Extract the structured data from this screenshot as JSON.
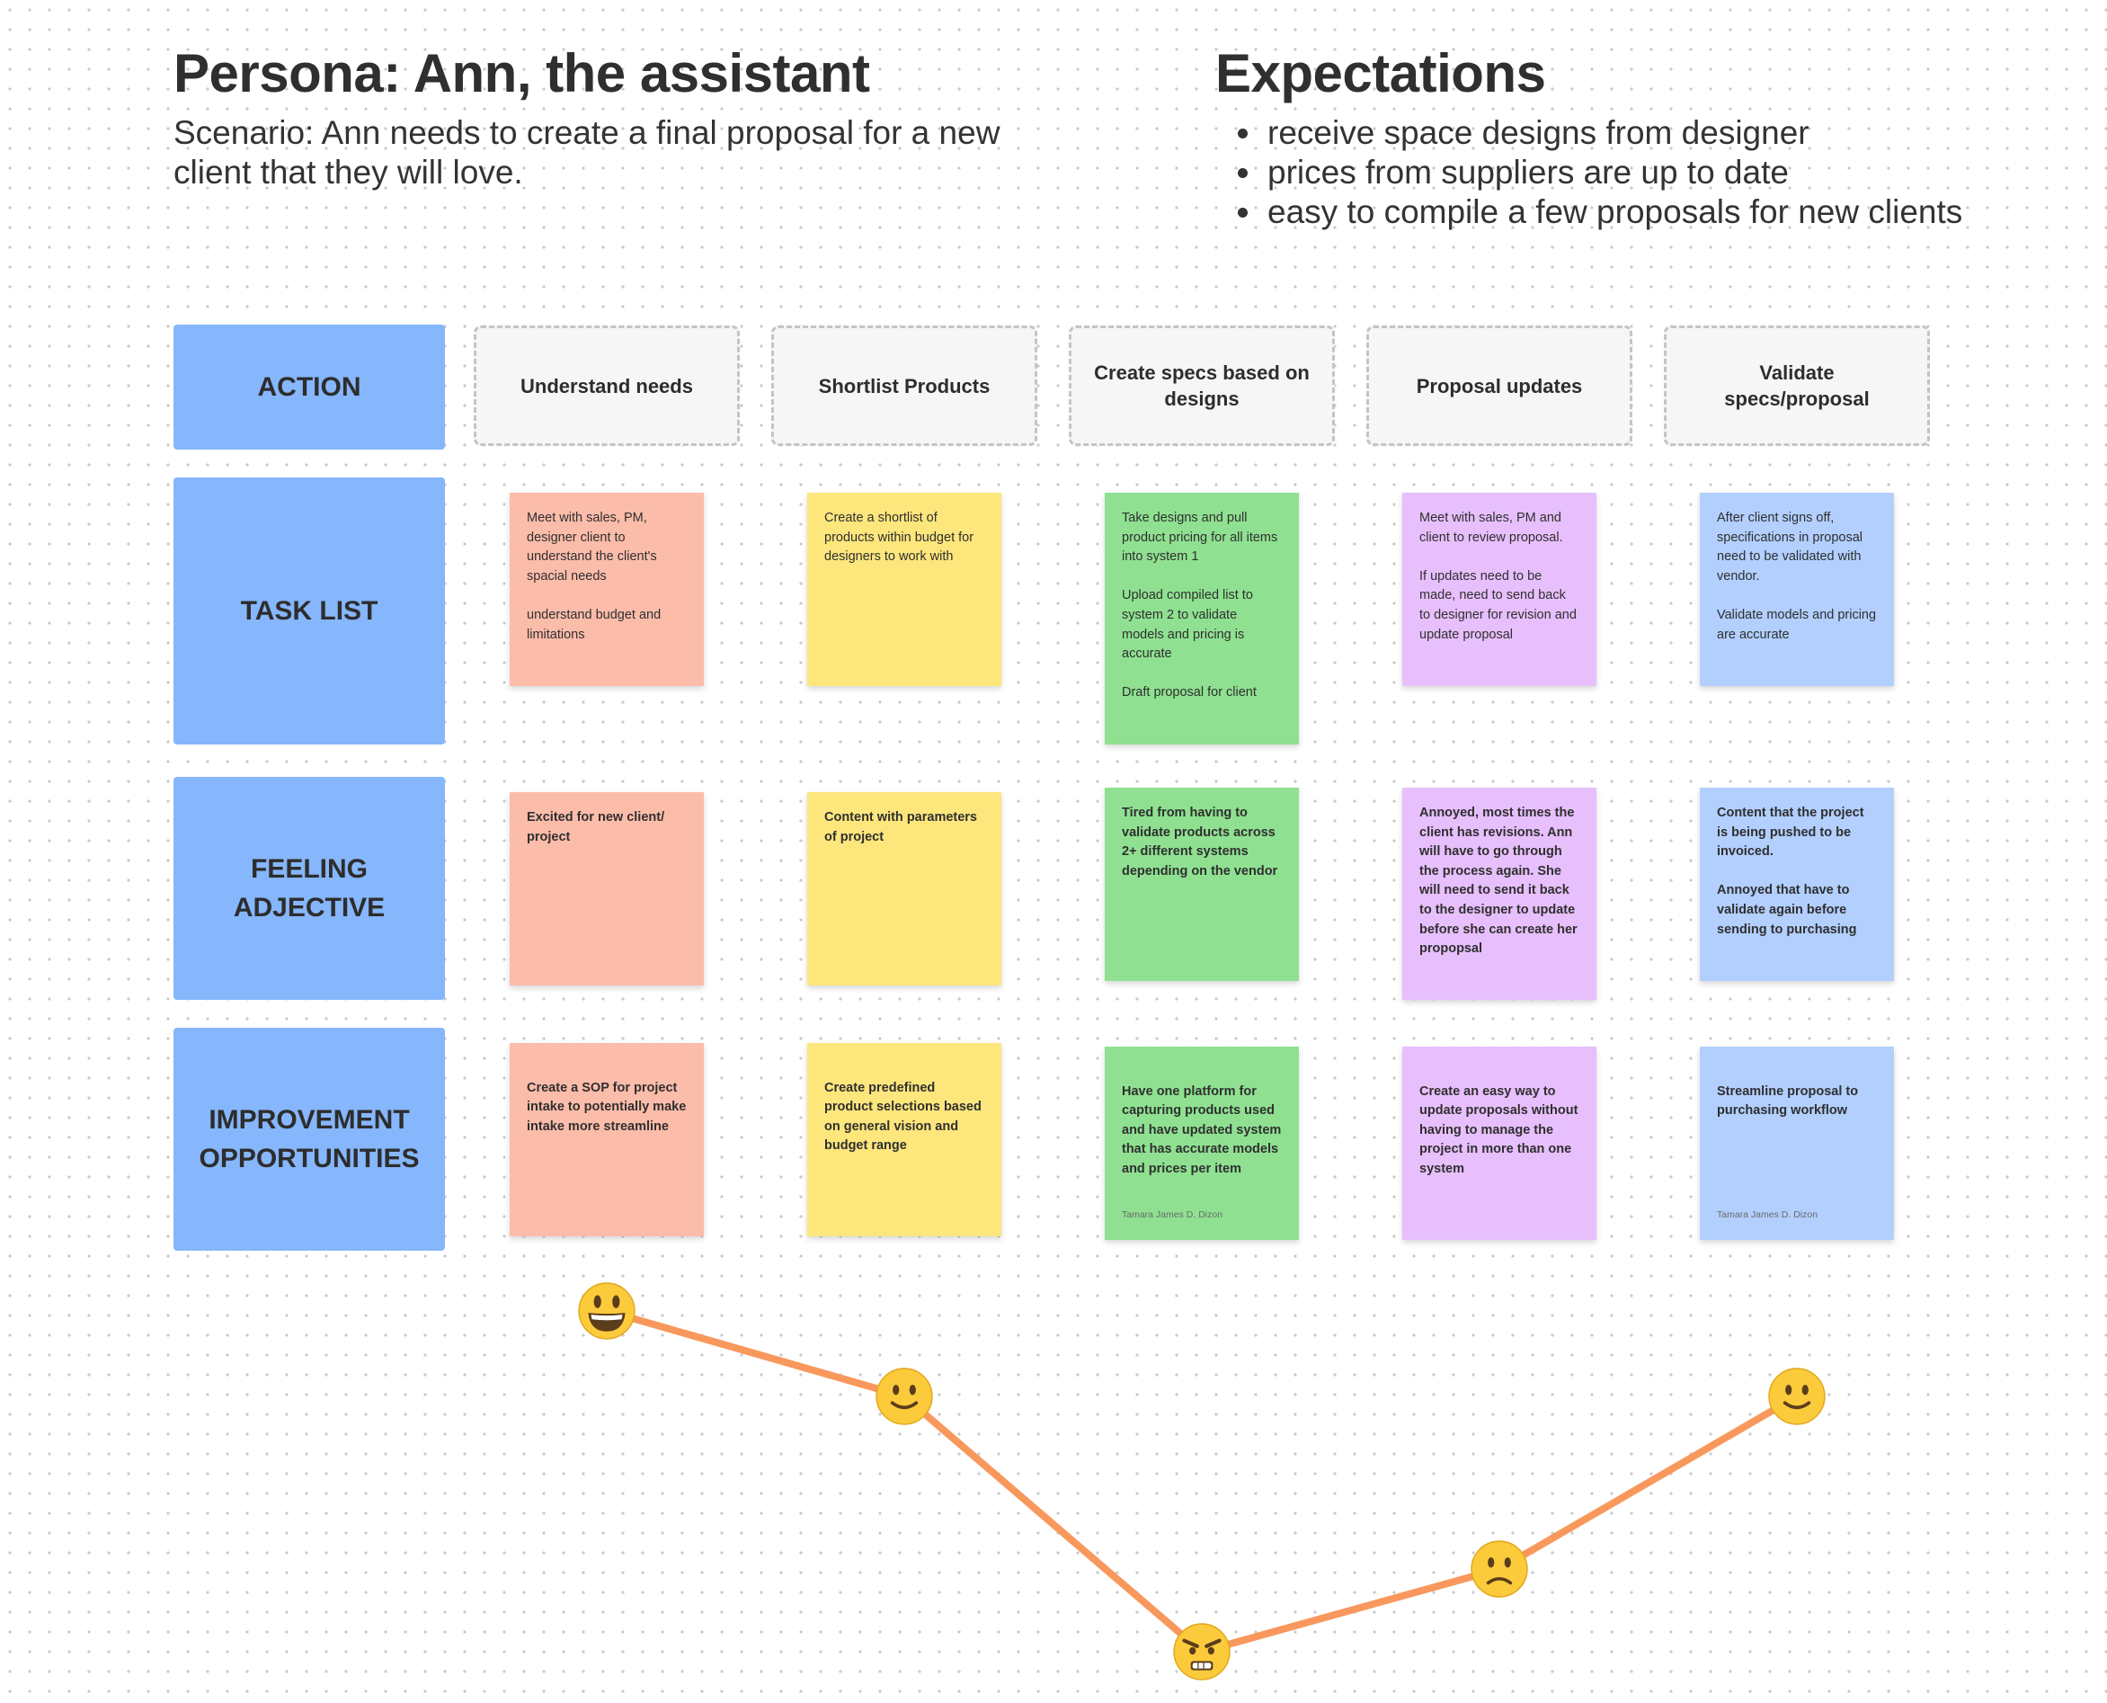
{
  "persona": {
    "title": "Persona: Ann, the assistant",
    "scenario": "Scenario: Ann needs to create a final proposal for a new client that they will love."
  },
  "expectations": {
    "title": "Expectations",
    "items": [
      "receive space designs from designer",
      "prices from suppliers are up to date",
      "easy to compile a few proposals for new clients"
    ]
  },
  "rows": [
    {
      "label": "ACTION"
    },
    {
      "label": "TASK LIST"
    },
    {
      "label": "FEELING\nADJECTIVE"
    },
    {
      "label": "IMPROVEMENT\nOPPORTUNITIES"
    }
  ],
  "columns": [
    {
      "label": "Understand needs"
    },
    {
      "label": "Shortlist Products"
    },
    {
      "label": "Create specs based on designs"
    },
    {
      "label": "Proposal updates"
    },
    {
      "label": "Validate specs/proposal"
    }
  ],
  "colors": {
    "row_label": "#86b6fb",
    "coral": "#fcbcaa",
    "yellow": "#fde67c",
    "green": "#8fe191",
    "purple": "#e7bffc",
    "blue": "#b2cffe",
    "emotion_line": "#f8985c"
  },
  "tasks": [
    "Meet with sales, PM, designer client to understand the client's spacial needs\n\nunderstand budget and limitations",
    "Create a shortlist of products within budget for designers to work with",
    "Take designs and pull product pricing for all items into system 1\n\nUpload compiled list to system 2 to validate models and pricing is accurate\n\nDraft proposal for client",
    "Meet with sales, PM and client to review proposal.\n\nIf updates need to be made, need to send back to designer for revision and update proposal",
    "After client signs off, specifications in proposal need to be validated with vendor.\n\nValidate models and pricing are accurate"
  ],
  "feelings": [
    "Excited for new client/ project",
    "Content with parameters of project",
    "Tired from having to validate products across 2+ different systems depending on the vendor",
    "Annoyed, most times the client has revisions. Ann will have to go through the process again. She will need to send it back to the designer to update before she can create her propopsal",
    "Content that the project is being pushed to be invoiced.\n\nAnnoyed that have to validate again before sending to purchasing"
  ],
  "improvements": [
    {
      "text": "Create a SOP for project intake to potentially make intake more streamline",
      "author": ""
    },
    {
      "text": "Create predefined product selections based on general vision and budget range",
      "author": ""
    },
    {
      "text": "Have one platform for capturing products used and have updated system that has accurate models and prices per item",
      "author": "Tamara James D. Dizon"
    },
    {
      "text": "Create an easy way to update proposals without having to manage the project in more than one system",
      "author": ""
    },
    {
      "text": "Streamline proposal to purchasing workflow",
      "author": "Tamara James D. Dizon"
    }
  ],
  "emotions": [
    {
      "icon": "grinning-face-icon",
      "mood": "excited"
    },
    {
      "icon": "slightly-smiling-face-icon",
      "mood": "content"
    },
    {
      "icon": "angry-face-icon",
      "mood": "tired"
    },
    {
      "icon": "frowning-face-icon",
      "mood": "annoyed"
    },
    {
      "icon": "slightly-smiling-face-icon",
      "mood": "content"
    }
  ]
}
